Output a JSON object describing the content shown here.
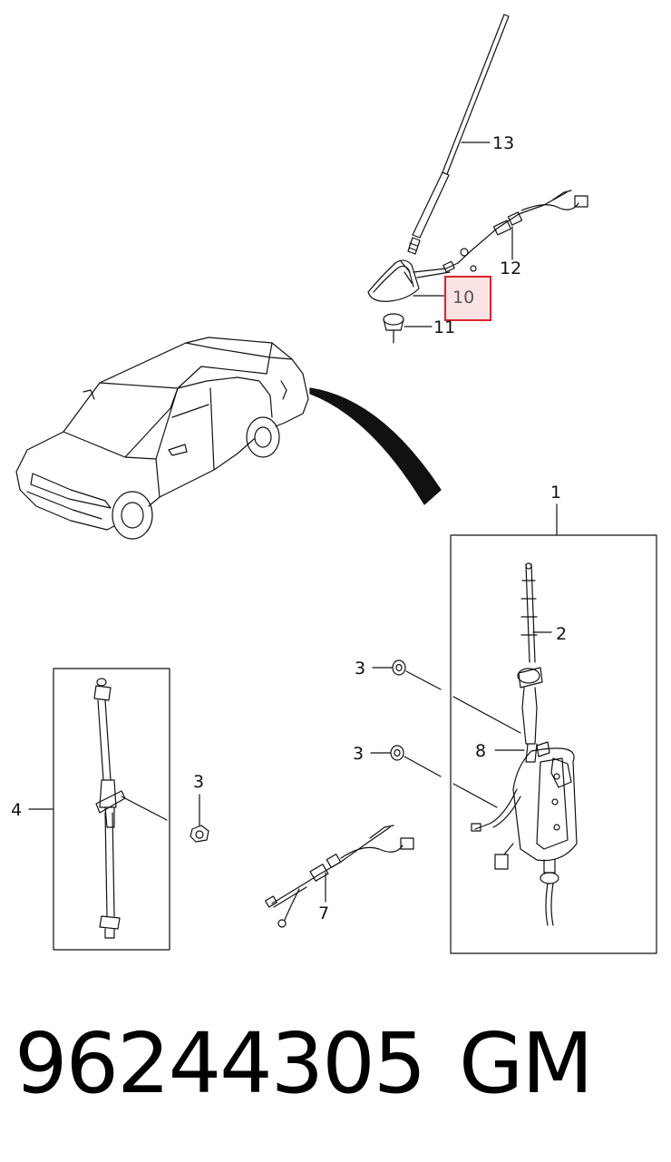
{
  "callouts": {
    "c1": "1",
    "c2": "2",
    "c3a": "3",
    "c3b": "3",
    "c3c": "3",
    "c4": "4",
    "c7": "7",
    "c8": "8",
    "c10": "10",
    "c11": "11",
    "c12": "12",
    "c13": "13"
  },
  "footer": {
    "part_number": "96244305",
    "brand": "GM"
  },
  "colors": {
    "highlight_border": "#d9252a",
    "highlight_fill": "#fbe3e4"
  }
}
